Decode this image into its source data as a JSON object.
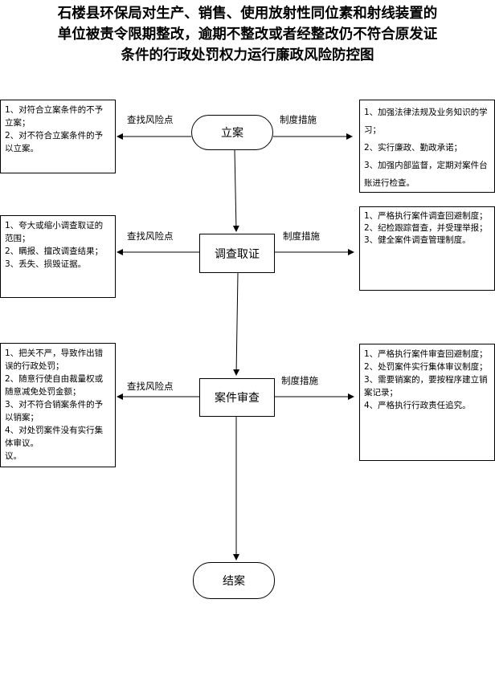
{
  "title": {
    "lines": [
      "石楼县环保局对生产、销售、使用放射性同位素和射线装置的",
      "单位被责令限期整改，逾期不整改或者经整改仍不符合原发证",
      "条件的行政处罚权力运行廉政风险防控图"
    ]
  },
  "nodes": {
    "start": "立案",
    "investigate": "调查取证",
    "review": "案件审查",
    "end": "结案"
  },
  "labels": {
    "risk": "查找风险点",
    "measure": "制度措施"
  },
  "risks": {
    "r1": [
      "1、对符合立案条件的不予立案；",
      "2、对不符合立案条件的予以立案。"
    ],
    "r2": [
      "1、夸大或缩小调查取证的范围；",
      "2、瞒报、擅改调查结果；",
      "3、丢失、损毁证据。"
    ],
    "r3": [
      "1、把关不严，导致作出错误的行政处罚；",
      "2、随意行使自由裁量权或随意减免处罚金额；",
      "3、对不符合销案条件的予以销案；",
      "4、对处罚案件没有实行集体审议。",
      "议。"
    ]
  },
  "measures": {
    "m1": [
      "1、加强法律法规及业务知识的学习；",
      "2、实行廉政、勤政承诺；",
      "3、加强内部监督，定期对案件台账进行检查。"
    ],
    "m2": [
      "1、严格执行案件调查回避制度；",
      "2、纪检跟踪督查，并受理举报；",
      "3、健全案件调查管理制度。"
    ],
    "m3": [
      "1、严格执行案件审查回避制度；",
      "2、处罚案件实行集体审议制度；",
      "3、需要销案的，要按程序建立销案记录；",
      "4、严格执行行政责任追究。"
    ]
  }
}
